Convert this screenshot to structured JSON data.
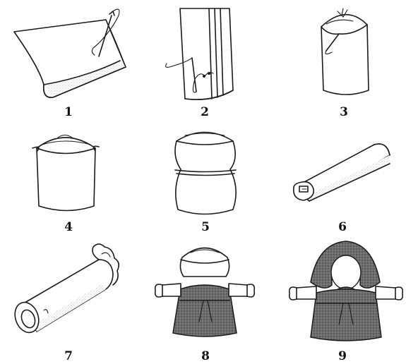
{
  "steps": [
    {
      "number": "1",
      "icon": "fabric-sheet-with-needle-icon"
    },
    {
      "number": "2",
      "icon": "fabric-tube-stitching-icon"
    },
    {
      "number": "3",
      "icon": "gathered-top-tube-icon"
    },
    {
      "number": "4",
      "icon": "tied-head-tube-icon"
    },
    {
      "number": "5",
      "icon": "head-and-waist-tied-icon"
    },
    {
      "number": "6",
      "icon": "rolled-fabric-icon"
    },
    {
      "number": "7",
      "icon": "arms-roll-icon"
    },
    {
      "number": "8",
      "icon": "doll-with-apron-icon"
    },
    {
      "number": "9",
      "icon": "doll-with-headscarf-icon"
    }
  ],
  "colors": {
    "ink": "#1a1a1a",
    "paper": "#ffffff",
    "shade": "#9a9a9a"
  }
}
